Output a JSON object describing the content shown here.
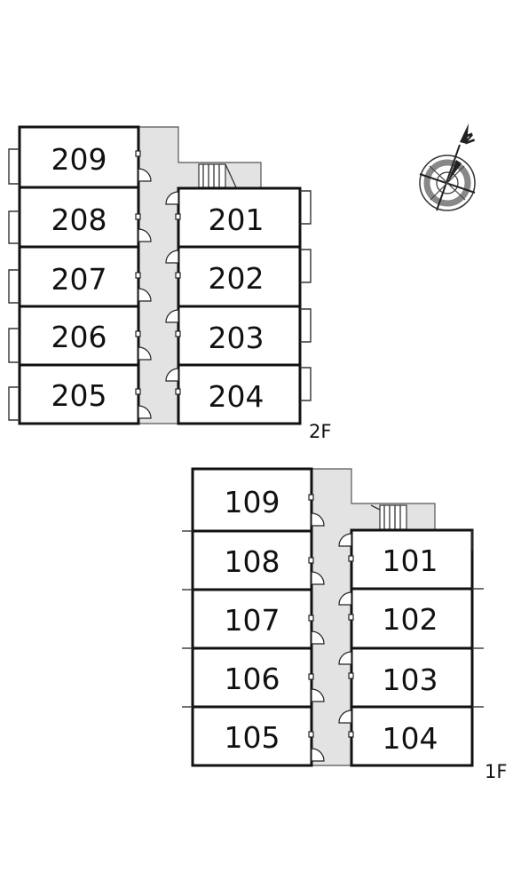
{
  "floors": [
    {
      "label": "2F",
      "rooms_left": [
        "209",
        "208",
        "207",
        "206",
        "205"
      ],
      "rooms_right": [
        "201",
        "202",
        "203",
        "204"
      ]
    },
    {
      "label": "1F",
      "rooms_left": [
        "109",
        "108",
        "107",
        "106",
        "105"
      ],
      "rooms_right": [
        "101",
        "102",
        "103",
        "104"
      ]
    }
  ],
  "compass": {
    "north_glyph": "N",
    "icon": "compass-rose-icon"
  }
}
